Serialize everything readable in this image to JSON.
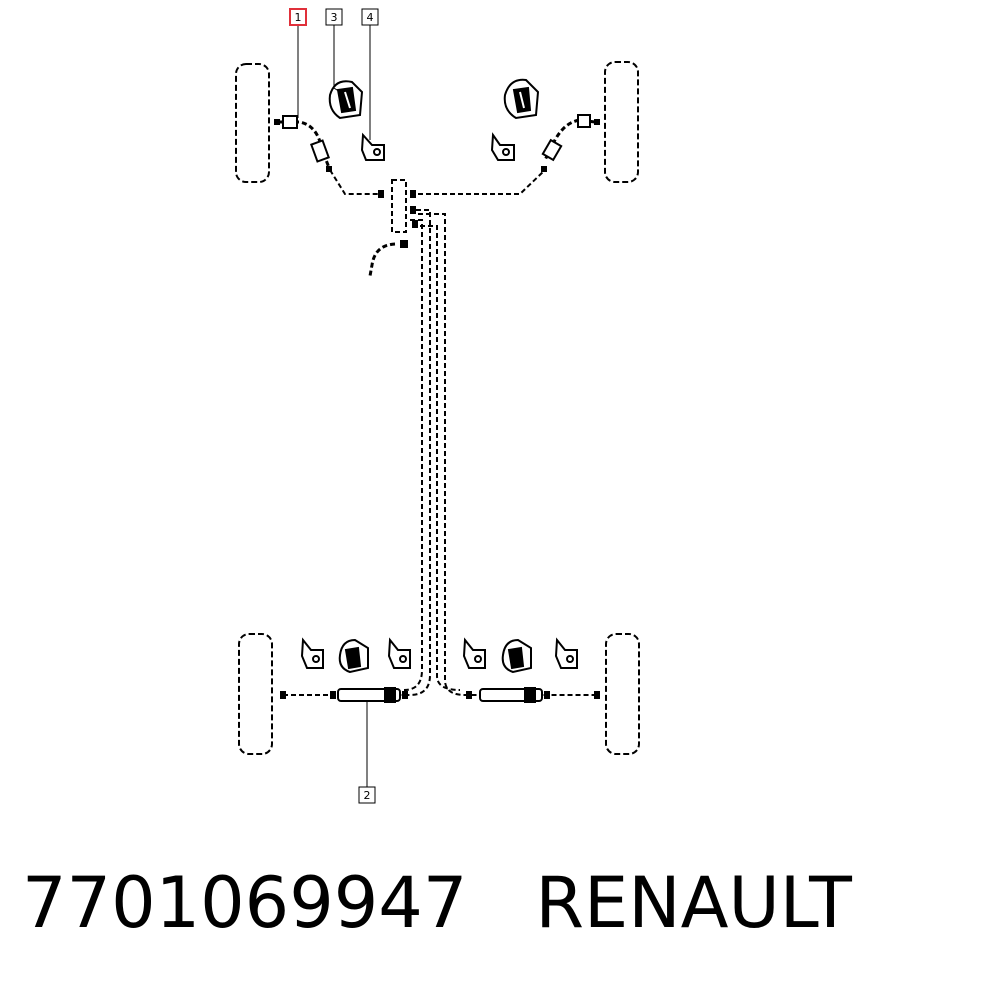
{
  "callouts": [
    {
      "label": "1",
      "highlighted": true
    },
    {
      "label": "3",
      "highlighted": false
    },
    {
      "label": "4",
      "highlighted": false
    },
    {
      "label": "2",
      "highlighted": false
    }
  ],
  "caption": {
    "part_number": "7701069947",
    "brand": "RENAULT"
  },
  "colors": {
    "line": "#000000",
    "highlight": "#e0303a",
    "background": "#ffffff"
  }
}
